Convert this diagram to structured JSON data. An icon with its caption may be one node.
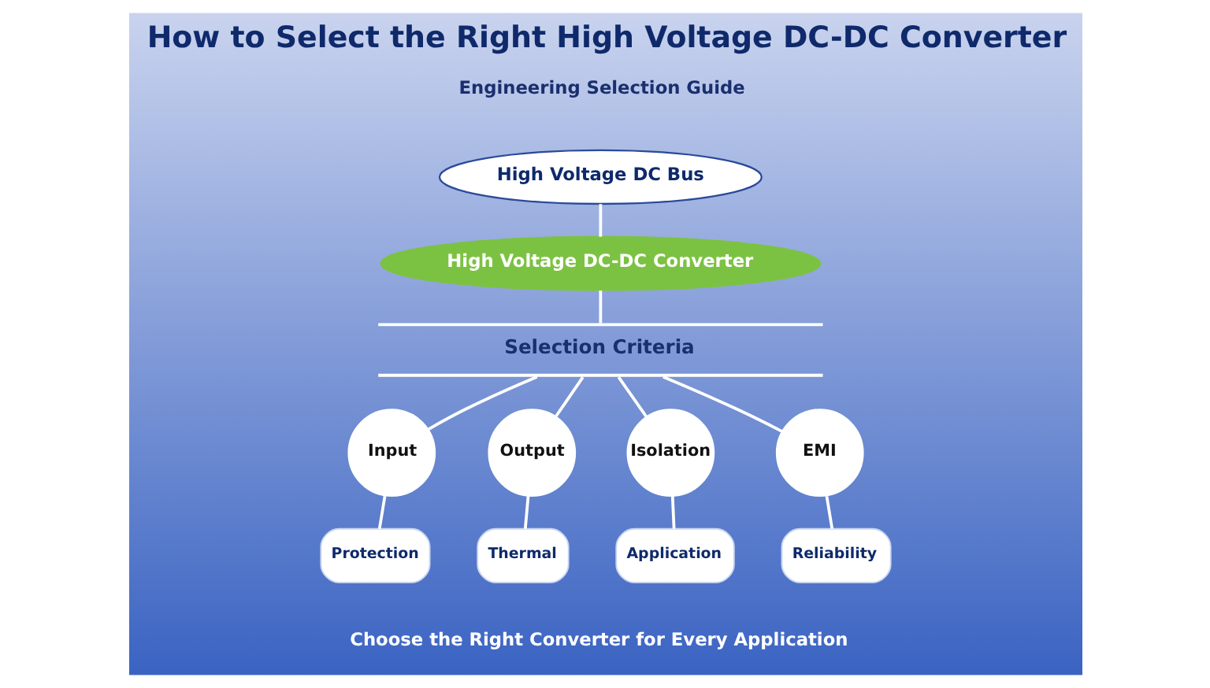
{
  "diagram": {
    "title": "How to Select the Right High Voltage DC-DC Converter",
    "caption": "Choose the Right Converter for Every Application",
    "nodes": [
      {
        "text": [
          "High Voltage DC Bus"
        ]
      },
      {
        "text": [
          "High Voltage DC-DC Converter"
        ]
      },
      {
        "text": [
          "Selection Criteria"
        ]
      },
      {
        "text": [
          "Input"
        ]
      },
      {
        "text": [
          "Output"
        ]
      },
      {
        "text": [
          "Isolation"
        ]
      },
      {
        "text": [
          "EMI"
        ]
      },
      {
        "text": [
          "Protection"
        ]
      },
      {
        "text": [
          "Thermal"
        ]
      },
      {
        "text": [
          "Application"
        ]
      },
      {
        "text": [
          "Reliability"
        ]
      }
    ],
    "edges": [
      {
        "from": 0,
        "to": 1,
        "arrow": "none"
      },
      {
        "from": 1,
        "to": 2,
        "arrow": "none"
      },
      {
        "from": 2,
        "to": 3,
        "arrow": "none"
      },
      {
        "from": 2,
        "to": 4,
        "arrow": "none"
      },
      {
        "from": 2,
        "to": 5,
        "arrow": "none"
      },
      {
        "from": 2,
        "to": 6,
        "arrow": "none"
      },
      {
        "from": 3,
        "to": 7,
        "arrow": "none"
      },
      {
        "from": 4,
        "to": 8,
        "arrow": "none"
      },
      {
        "from": 5,
        "to": 9,
        "arrow": "none"
      },
      {
        "from": 6,
        "to": 10,
        "arrow": "none"
      }
    ],
    "labels": [
      "Engineering Selection Guide"
    ]
  }
}
